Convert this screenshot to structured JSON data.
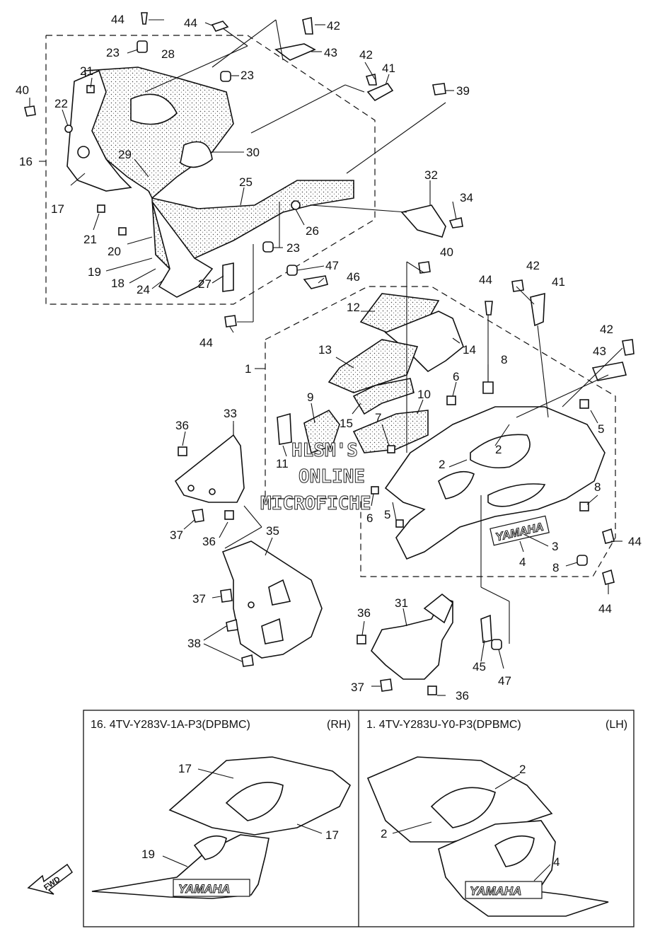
{
  "watermark": [
    "HLSM'S",
    "ONLINE",
    "MICROFICHE"
  ],
  "brand_decal": "YAMAHA",
  "fwd_label": "FWD",
  "variant_panels": [
    {
      "title": "16. 4TV-Y283V-1A-P3(DPBMC)",
      "side": "(RH)",
      "callouts": [
        "17",
        "17",
        "19"
      ]
    },
    {
      "title": "1. 4TV-Y283U-Y0-P3(DPBMC)",
      "side": "(LH)",
      "callouts": [
        "2",
        "2",
        "4"
      ]
    }
  ],
  "callouts": {
    "c44a": "44",
    "c44b": "44",
    "c42a": "42",
    "c43a": "43",
    "c23a": "23",
    "c28": "28",
    "c23b": "23",
    "c42b": "42",
    "c41a": "41",
    "c21a": "21",
    "c40a": "40",
    "c22": "22",
    "c39": "39",
    "c30": "30",
    "c29": "29",
    "c16": "16",
    "c17": "17",
    "c25": "25",
    "c32": "32",
    "c34": "34",
    "c26": "26",
    "c21b": "21",
    "c20": "20",
    "c23c": "23",
    "c19": "19",
    "c18": "18",
    "c24": "24",
    "c27": "27",
    "c47a": "47",
    "c46": "46",
    "c40b": "40",
    "c44c": "44",
    "c42c": "42",
    "c41b": "41",
    "c44d": "44",
    "c12": "12",
    "c14": "14",
    "c42d": "42",
    "c13": "13",
    "c43b": "43",
    "c8a": "8",
    "c1": "1",
    "c6a": "6",
    "c9": "9",
    "c10": "10",
    "c15": "15",
    "c7": "7",
    "c5a": "5",
    "c36a": "36",
    "c33": "33",
    "c11": "11",
    "c2a": "2",
    "c2b": "2",
    "c8b": "8",
    "c6b": "6",
    "c5b": "5",
    "c44e": "44",
    "c3": "3",
    "c37a": "37",
    "c36b": "36",
    "c4": "4",
    "c8c": "8",
    "c35": "35",
    "c44f": "44",
    "c37b": "37",
    "c38": "38",
    "c36c": "36",
    "c31": "31",
    "c45": "45",
    "c47b": "47",
    "c37c": "37",
    "c36d": "36"
  }
}
